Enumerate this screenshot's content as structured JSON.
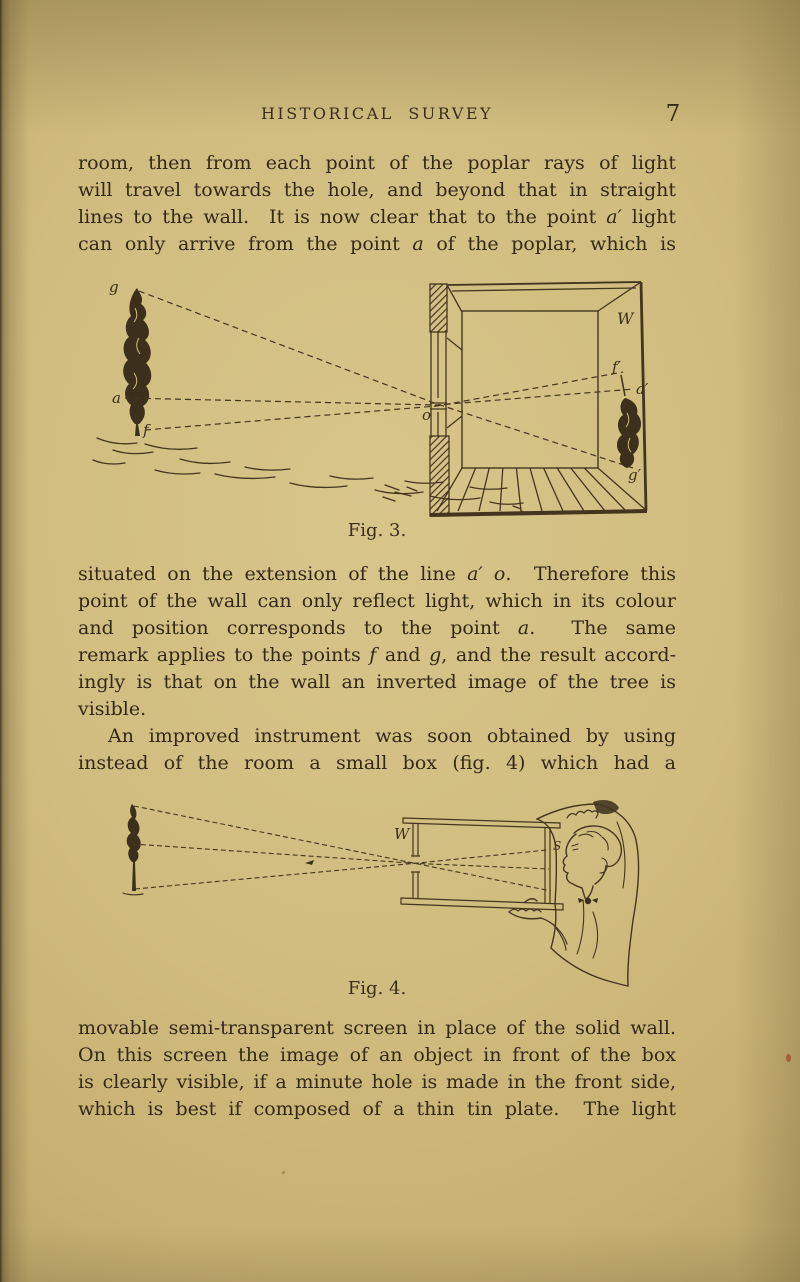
{
  "page": {
    "header": {
      "title": "HISTORICAL SURVEY",
      "page_number": "7"
    },
    "paragraph1": {
      "lines": [
        "room, then from each point of the poplar rays of light",
        "will travel towards the hole, and beyond that in straight",
        "lines to the wall.  It is now clear that to the point <i>a′</i> light",
        "can only arrive from the point <i>a</i> of the poplar, which is"
      ]
    },
    "figure3": {
      "caption": "Fig. 3.",
      "labels": {
        "g": "g",
        "a": "a",
        "f": "f",
        "o": "o",
        "W": "W",
        "f_prime": "f′",
        "a_prime": "a′",
        "g_prime": "g′"
      }
    },
    "paragraph2": {
      "lines": [
        "situated on the extension of the line <i>a′ o</i>.  Therefore this",
        "point of the wall can only reflect light, which in its colour",
        "and position corresponds to the point <i>a</i>.  The same",
        "remark applies to the points <i>f</i> and <i>g</i>, and the result accord-",
        "ingly is that on the wall an inverted image of the tree is",
        "visible.",
        "An improved instrument was soon obtained by using",
        "instead of the room a small box (fig. 4) which had a"
      ]
    },
    "figure4": {
      "caption": "Fig. 4.",
      "labels": {
        "W": "W",
        "S": "S"
      }
    },
    "paragraph3": {
      "lines": [
        "movable semi-transparent screen in place of the solid wall.",
        "On this screen the image of an object in front of the box",
        "is clearly visible, if a minute hole is made in the front side,",
        "which is best if composed of a thin tin plate.  The light"
      ]
    },
    "colors": {
      "paper_base": "#cdb87c",
      "paper_light": "#d8c58a",
      "paper_shadow": "#a8955c",
      "binding_edge": "#3a2e16",
      "text_ink": "#35291a",
      "figure_ink": "#453520",
      "fleck": "#a0522b"
    }
  }
}
